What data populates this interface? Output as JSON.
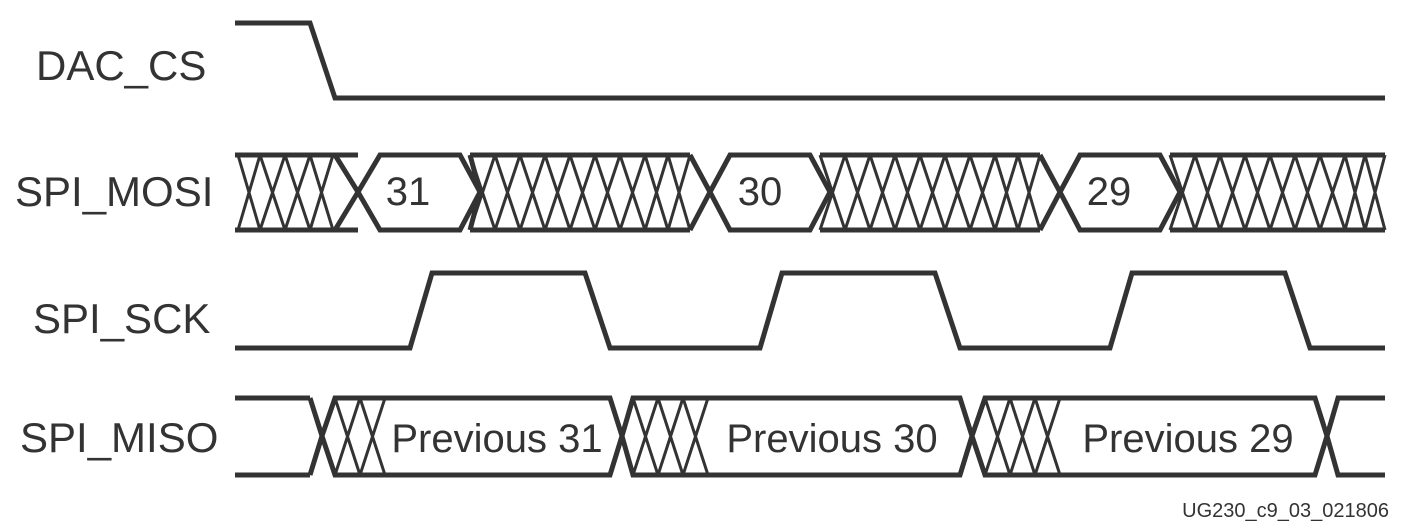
{
  "signals": {
    "dac_cs": "DAC_CS",
    "spi_mosi": "SPI_MOSI",
    "spi_sck": "SPI_SCK",
    "spi_miso": "SPI_MISO"
  },
  "mosi_bits": [
    "31",
    "30",
    "29"
  ],
  "miso_bits": [
    "Previous 31",
    "Previous 30",
    "Previous 29"
  ],
  "figure_id": "UG230_c9_03_021806"
}
